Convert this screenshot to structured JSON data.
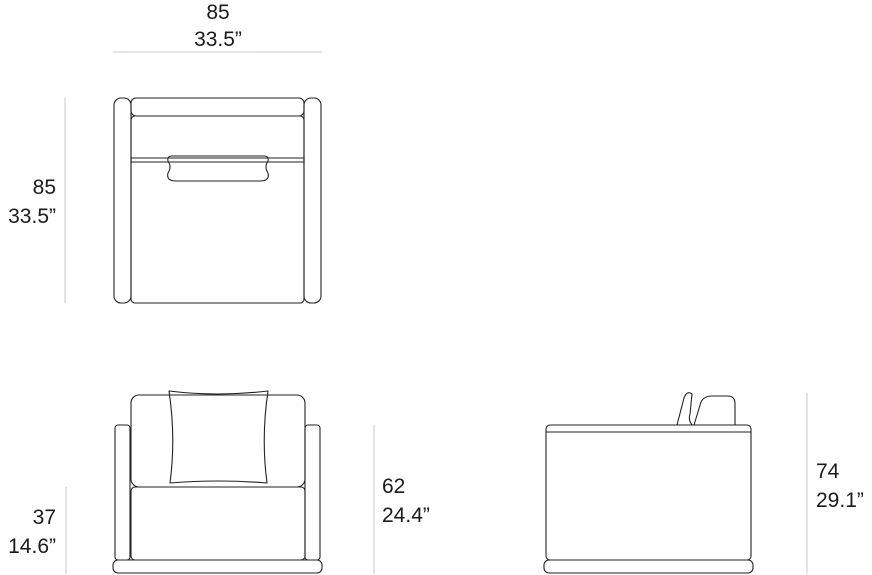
{
  "top_view": {
    "width_cm": "85",
    "width_in": "33.5”",
    "depth_cm": "85",
    "depth_in": "33.5”"
  },
  "front_view": {
    "seat_height_cm": "37",
    "seat_height_in": "14.6”",
    "arm_height_cm": "62",
    "arm_height_in": "24.4”"
  },
  "side_view": {
    "height_cm": "74",
    "height_in": "29.1”"
  }
}
